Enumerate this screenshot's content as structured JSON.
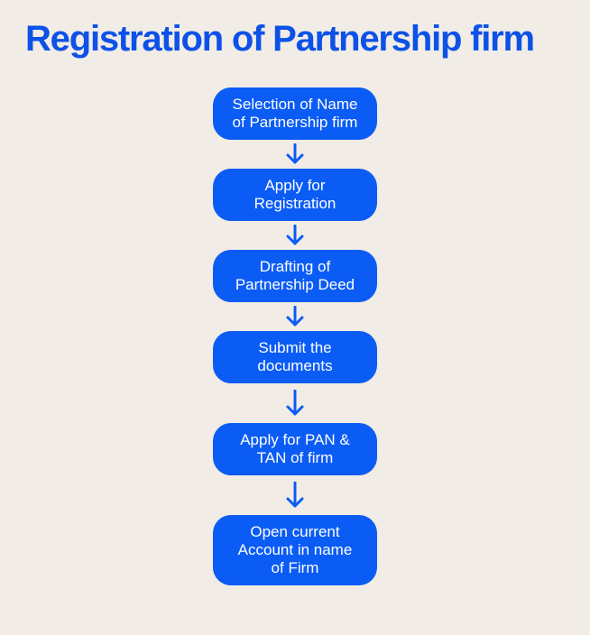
{
  "colors": {
    "background": "#F1ECE6",
    "title": "#0D52E8",
    "box_fill": "#0B5CF5",
    "box_text": "#FFFFFF",
    "arrow": "#0B5CF5"
  },
  "title": {
    "text": "Registration of Partnership firm"
  },
  "flow": {
    "steps": [
      {
        "label": "Selection of Name\nof Partnership firm"
      },
      {
        "label": "Apply for\nRegistration"
      },
      {
        "label": "Drafting of\nPartnership Deed"
      },
      {
        "label": "Submit the\ndocuments"
      },
      {
        "label": "Apply for PAN &\nTAN of firm"
      },
      {
        "label": "Open current\nAccount in name\nof Firm"
      }
    ]
  }
}
